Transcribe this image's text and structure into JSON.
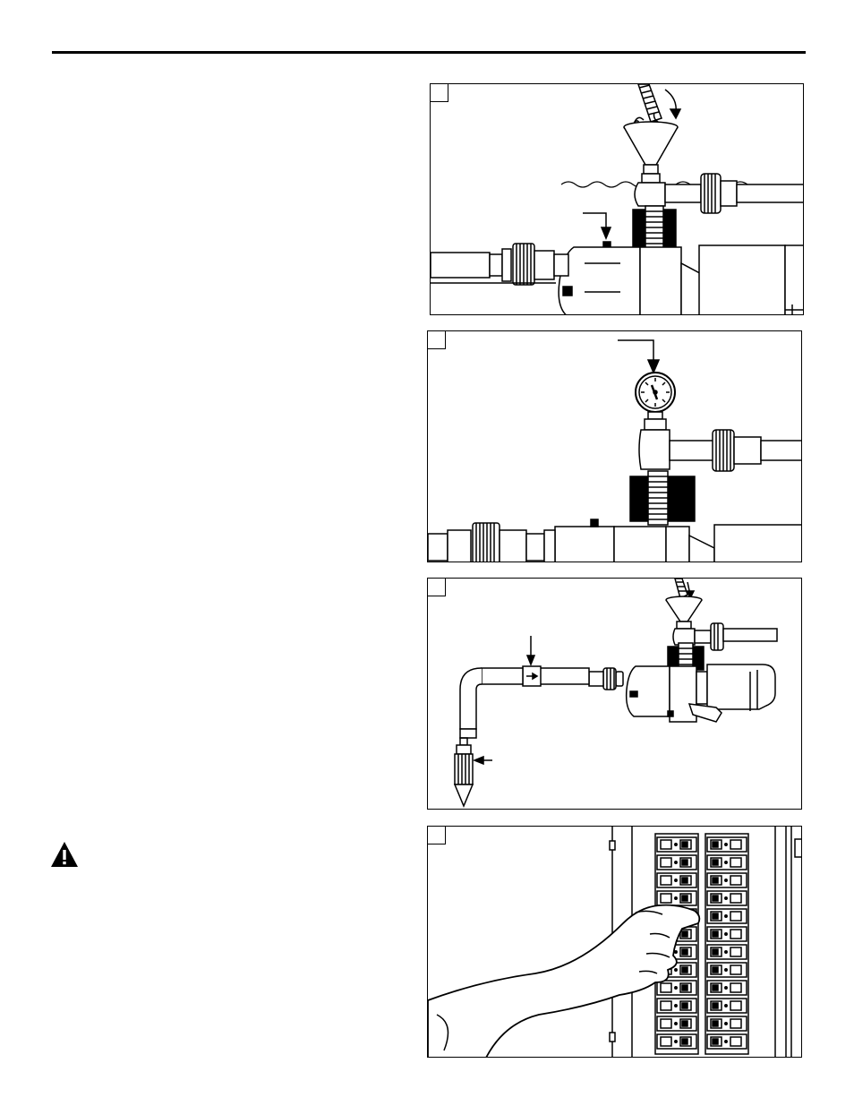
{
  "page": {
    "colors": {
      "ink": "#000000",
      "paper": "#ffffff"
    }
  },
  "warning": {
    "icon": "warning-triangle-icon"
  },
  "figures": [
    {
      "id": "fig-1",
      "depicts": "funnel-prime-pump"
    },
    {
      "id": "fig-2",
      "depicts": "pressure-gauge-tee"
    },
    {
      "id": "fig-3",
      "depicts": "suction-line-well-point"
    },
    {
      "id": "fig-4",
      "depicts": "breaker-panel-hand"
    }
  ]
}
